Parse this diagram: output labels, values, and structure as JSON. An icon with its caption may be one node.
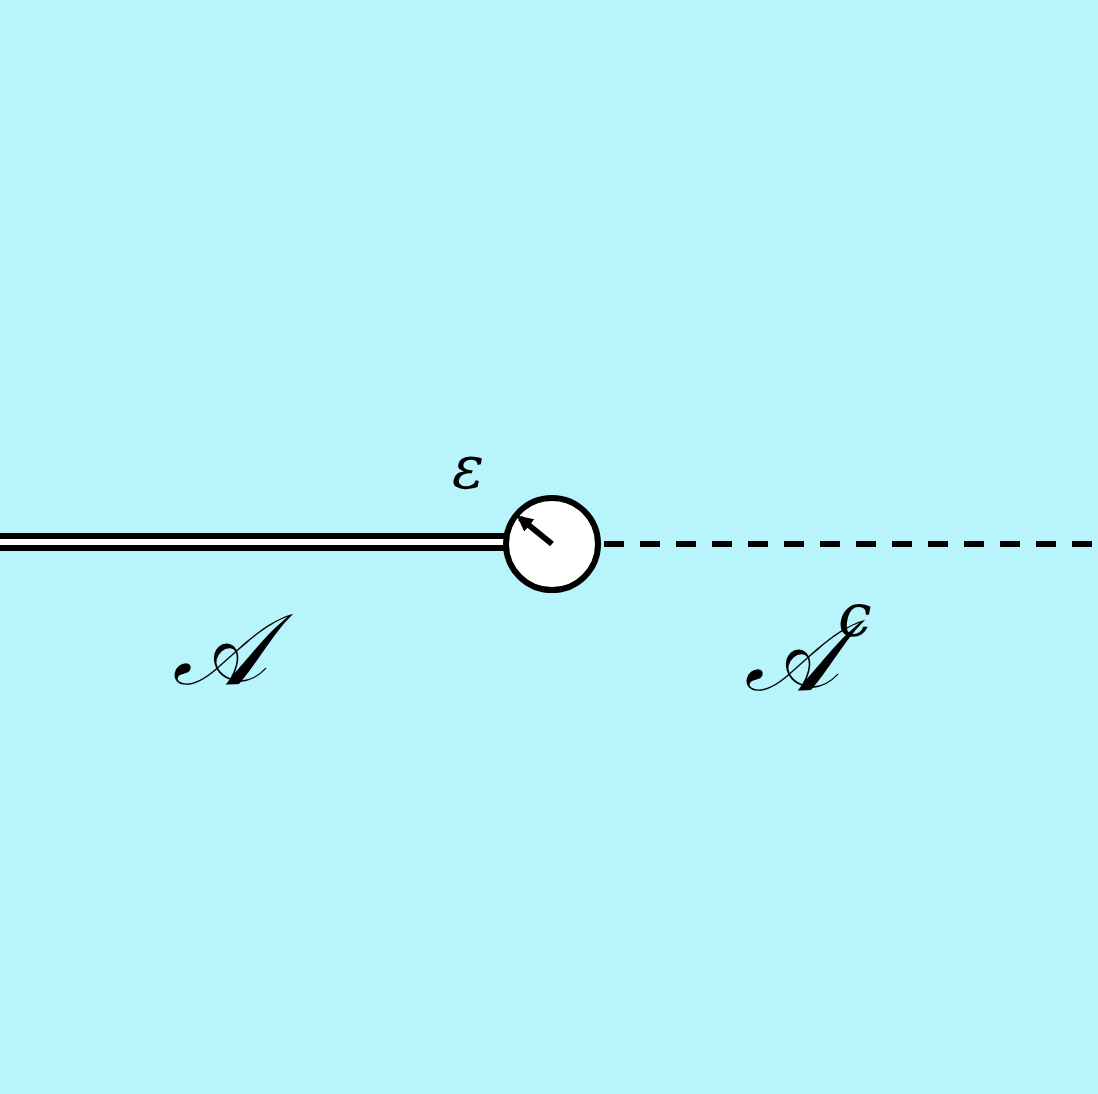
{
  "diagram": {
    "labels": [
      "ε",
      "𝒜",
      "𝒜$^{c}$"
    ]
  }
}
